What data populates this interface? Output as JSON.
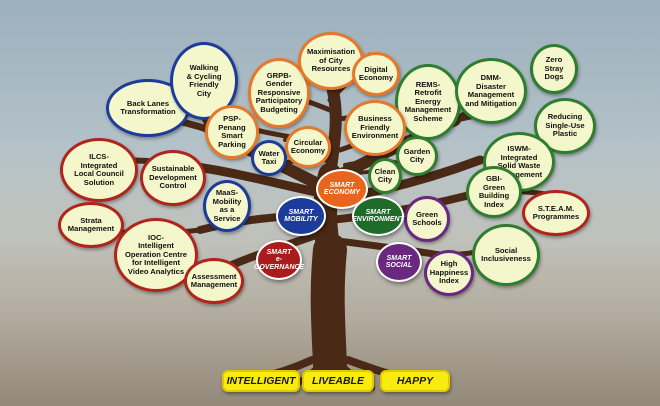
{
  "colors": {
    "leaf_fill": "#f4f7cc",
    "trunk": "#4a2a16",
    "mobility": "#1c3b9a",
    "economy": "#e8661c",
    "environment": "#1f6b2a",
    "social": "#6b2880",
    "governance": "#a81c1c",
    "outcome_label": "#f9ea10"
  },
  "hubs": {
    "economy": {
      "line1": "SMART",
      "line2": "ECONOMY"
    },
    "mobility": {
      "line1": "SMART",
      "line2": "MOBILITY"
    },
    "environment": {
      "line1": "SMART",
      "line2": "ENVIRONMENT"
    },
    "social": {
      "line1": "SMART",
      "line2": "SOCIAL"
    },
    "governance": {
      "line1": "SMART",
      "line2": "e-GOVERNANCE"
    }
  },
  "nodes": {
    "back_lanes": "Back Lanes\nTransformation",
    "walking_cycling": "Walking\n& Cycling\nFriendly\nCity",
    "grpb": "GRPB-\nGender\nResponsive\nParticipatory\nBudgeting",
    "maximisation": "Maximisation\nof City\nResources",
    "digital_economy": "Digital\nEconomy",
    "rems": "REMS-\nRetrofit\nEnergy\nManagement\nScheme",
    "dmm": "DMM-\nDisaster\nManagement\nand Mitigation",
    "zero_stray": "Zero\nStray\nDogs",
    "psp": "PSP-\nPenang\nSmart\nParking",
    "business_friendly": "Business\nFriendly\nEnvironment",
    "reducing_plastic": "Reducing\nSingle-Use\nPlastic",
    "ilcs": "ILCS-\nIntegrated\nLocal Council\nSolution",
    "water_taxi": "Water\nTaxi",
    "circular_economy": "Circular\nEconomy",
    "garden_city": "Garden\nCity",
    "iswm": "ISWM-\nIntegrated\nSolid Waste\nManagement",
    "sustainable_dev": "Sustainable\nDevelopment\nControl",
    "clean_city": "Clean\nCity",
    "maas": "MaaS-\nMobility\nas a\nService",
    "gbi": "GBI-\nGreen\nBuilding\nIndex",
    "steam": "S.T.E.A.M.\nProgrammes",
    "strata": "Strata\nManagement",
    "green_schools": "Green\nSchools",
    "ioc": "IOC-\nIntelligent\nOperation Centre\nfor Intelligent\nVideo Analytics",
    "social_inclusiveness": "Social\nInclusiveness",
    "assessment": "Assessment\nManagement",
    "high_happiness": "High\nHappiness\nIndex"
  },
  "outcomes": {
    "intelligent": "INTELLIGENT",
    "liveable": "LIVEABLE",
    "happy": "HAPPY"
  }
}
